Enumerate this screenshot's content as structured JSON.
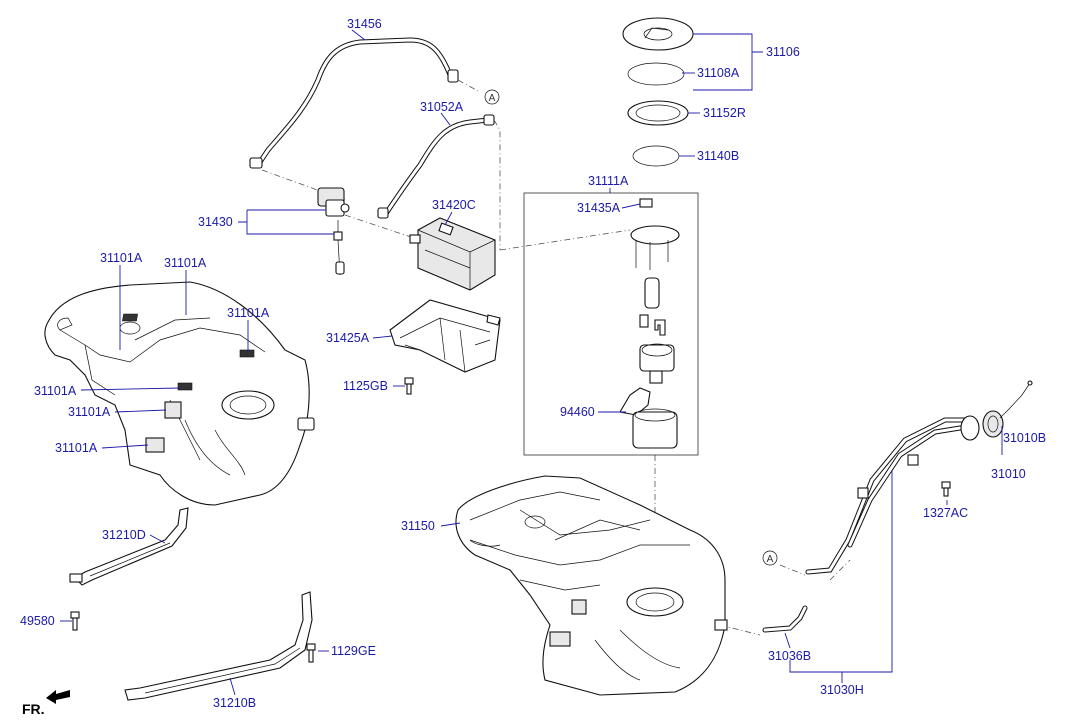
{
  "labels": {
    "p31456": "31456",
    "p31106": "31106",
    "p31108A": "31108A",
    "p31052A": "31052A",
    "p31152R": "31152R",
    "p31140B": "31140B",
    "p31111A": "31111A",
    "p31420C": "31420C",
    "p31435A": "31435A",
    "p31430": "31430",
    "p31101A_1": "31101A",
    "p31101A_2": "31101A",
    "p31101A_3": "31101A",
    "p31101A_4": "31101A",
    "p31101A_5": "31101A",
    "p31101A_6": "31101A",
    "p31425A": "31425A",
    "p1125GB": "1125GB",
    "p94460": "94460",
    "p31010B": "31010B",
    "p31010": "31010",
    "p1327AC": "1327AC",
    "p31150": "31150",
    "p31210D": "31210D",
    "p49580": "49580",
    "p1129GE": "1129GE",
    "p31210B": "31210B",
    "p31036B": "31036B",
    "p31030H": "31030H",
    "ref_a1": "A",
    "ref_a2": "A",
    "direction": "FR."
  },
  "colors": {
    "label": "#1a1aa8",
    "line": "#111111",
    "background": "#ffffff"
  },
  "icons": {
    "direction_arrow": "front-arrow-icon"
  }
}
